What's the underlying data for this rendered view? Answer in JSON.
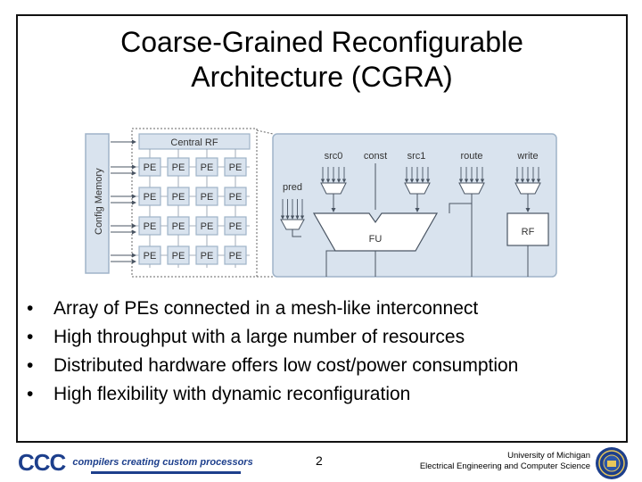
{
  "title": {
    "line1": "Coarse-Grained Reconfigurable",
    "line2": "Architecture (CGRA)"
  },
  "diagram": {
    "config_memory": "Config Memory",
    "central_rf": "Central RF",
    "pe_label": "PE",
    "pe_rows": 4,
    "pe_cols": 4,
    "inputs": [
      "src0",
      "const",
      "src1",
      "route",
      "write"
    ],
    "pred": "pred",
    "fu": "FU",
    "rf": "RF",
    "colors": {
      "panel_fill": "#d9e3ee",
      "panel_stroke": "#9fb3c8",
      "block_fill": "#ffffff",
      "stroke": "#4a5563"
    }
  },
  "bullets": [
    "Array of PEs connected in a mesh-like interconnect",
    "High throughput with a large number of resources",
    "Distributed hardware offers low cost/power consumption",
    "High flexibility with dynamic reconfiguration"
  ],
  "footer": {
    "logo_text": "CCC",
    "tagline": "compilers creating custom processors",
    "page_number": "2",
    "university": "University of Michigan",
    "department": "Electrical Engineering and Computer Science"
  }
}
